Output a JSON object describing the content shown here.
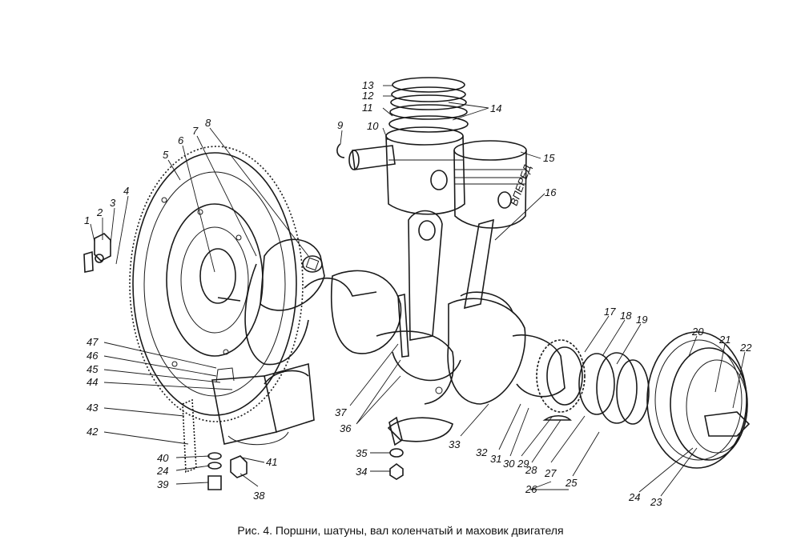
{
  "caption": "Рис. 4. Поршни, шатуны, вал коленчатый и маховик двигателя",
  "callouts": {
    "n1": "1",
    "n2": "2",
    "n3": "3",
    "n4": "4",
    "n5": "5",
    "n6": "6",
    "n7": "7",
    "n8": "8",
    "n9": "9",
    "n10": "10",
    "n11": "11",
    "n12": "12",
    "n13": "13",
    "n14": "14",
    "n15": "15",
    "n16": "16",
    "n17": "17",
    "n18": "18",
    "n19": "19",
    "n20": "20",
    "n21": "21",
    "n22": "22",
    "n23": "23",
    "n24a": "24",
    "n24b": "24",
    "n25": "25",
    "n26": "26",
    "n27": "27",
    "n28": "28",
    "n29": "29",
    "n30": "30",
    "n31": "31",
    "n32": "32",
    "n33": "33",
    "n34": "34",
    "n35": "35",
    "n36": "36",
    "n37": "37",
    "n38": "38",
    "n39": "39",
    "n40": "40",
    "n41": "41",
    "n42": "42",
    "n43": "43",
    "n44": "44",
    "n45": "45",
    "n46": "46",
    "n47": "47"
  },
  "piston_marking": "ВПЕРЕД"
}
